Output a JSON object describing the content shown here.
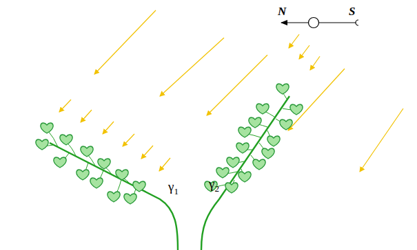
{
  "diagram": {
    "labels": [
      "N",
      "S",
      "γ1",
      "γ2"
    ]
  }
}
